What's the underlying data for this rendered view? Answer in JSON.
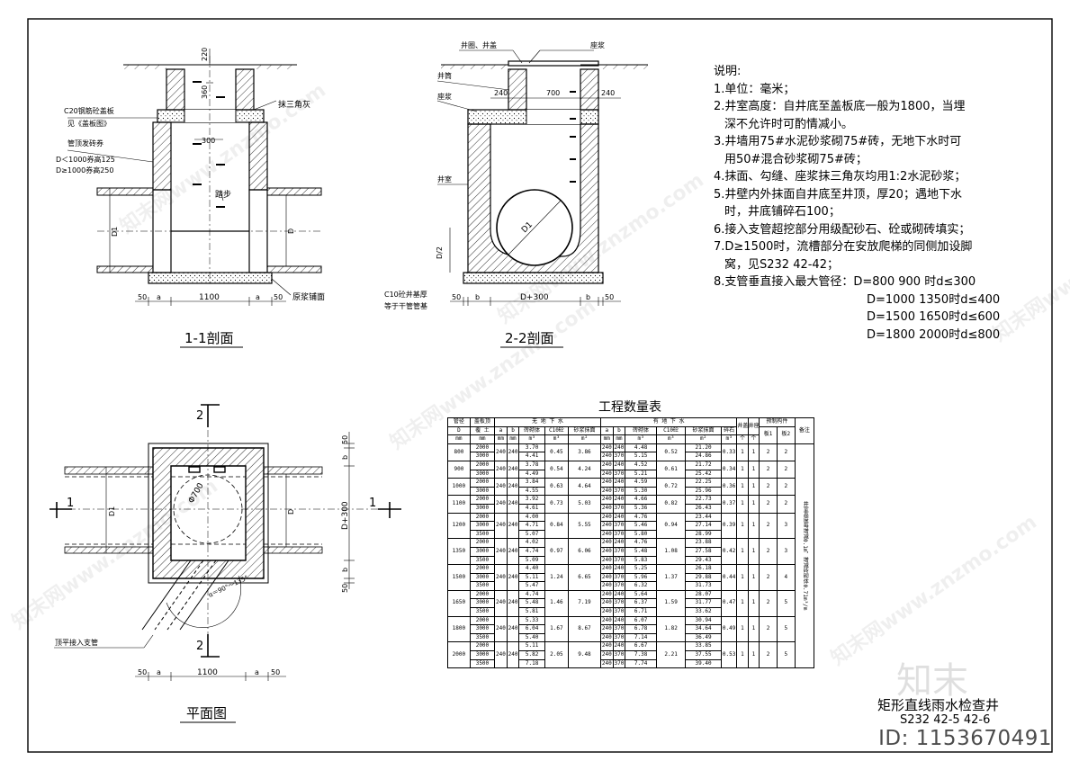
{
  "section_1_1": {
    "title": "1-1剖面",
    "labels": {
      "cover_slab": "C20钢筋砼盖板",
      "cover_slab_ref": "见《盖板图》",
      "pipe_top_arch": "管顶发砖券",
      "arch_small": "D＜1000券高125",
      "arch_large": "D≥1000券高250",
      "triangle_plaster": "抹三角灰",
      "step": "踏步",
      "original_soil": "原浆铺面",
      "dim_top": "220",
      "dim_neck": "360",
      "dim_step": "300",
      "dim_d_left": "D1",
      "dim_d_right": "D",
      "dim_bottom_50_left": "50",
      "dim_bottom_a_left": "a",
      "dim_bottom_width": "1100",
      "dim_bottom_a_right": "a",
      "dim_bottom_50_right": "50"
    }
  },
  "section_2_2": {
    "title": "2-2剖面",
    "labels": {
      "cover_set": "井圈、井盖",
      "seat_mortar": "座浆",
      "well_neck": "井筒",
      "seat_mortar2": "座浆",
      "chamber": "井室",
      "dim_d_half": "D/2",
      "base_note_1": "C10砼井基厚",
      "base_note_2": "等于干管管基",
      "dim_240_left": "240",
      "dim_700": "700",
      "dim_240_right": "240",
      "pipe_d1": "D1",
      "dim_50_left": "50",
      "dim_b_left": "b",
      "dim_width": "D+300",
      "dim_b_right": "b",
      "dim_50_right": "50"
    }
  },
  "plan": {
    "title": "平面图",
    "labels": {
      "sec2_top": "2",
      "sec2_bottom": "2",
      "sec1_left": "1",
      "sec1_right": "1",
      "phi700": "Φ700",
      "angle": "α＝90°～135°",
      "branch_note": "顶平接入支管",
      "dim_d1": "D1",
      "dim_d": "D",
      "dim_50_top": "50",
      "dim_b_top": "b",
      "dim_width_right": "D+300",
      "dim_b_bottom": "b",
      "dim_50_bottom": "50",
      "dim_50_left": "50",
      "dim_a_left": "a",
      "dim_1100": "1100",
      "dim_a_right": "a",
      "dim_50_right": "50"
    }
  },
  "notes": {
    "heading": "说明:",
    "items": [
      "1.单位：毫米；",
      "2.井室高度：自井底至盖板底一般为1800，当埋",
      "深不允许时可酌情减小。",
      "3.井墙用75#水泥砂浆砌75#砖，无地下水时可",
      "用50#混合砂浆砌75#砖；",
      "4.抹面、勾缝、座浆抹三角灰均用1:2水泥砂浆；",
      "5.井壁内外抹面自井底至井顶，厚20；遇地下水",
      "时，井底铺碎石100；",
      "6.接入支管超挖部分用级配砂石、砼或砌砖填实；",
      "7.D≥1500时，流槽部分在安放爬梯的同侧加设脚",
      "窝，见S232 42-42；",
      "8.支管垂直接入最大管径：D=800  900 时d≤300",
      "D=1000 1350时d≤400",
      "D=1500 1650时d≤600",
      "D=1800 2000时d≤800"
    ]
  },
  "table": {
    "title": "工程数量表",
    "header": {
      "pipe_d": "管径",
      "pipe_d2": "D",
      "cover_depth": "盖板顶",
      "cover_depth2": "覆  土",
      "no_gw": "无   地   下   水",
      "with_gw": "有   地   下   水",
      "a": "a",
      "b": "b",
      "brick": "砖砌体",
      "c10": "C10砼",
      "mortar": "砂浆抹面",
      "gravel": "碎石",
      "cover": "井盖",
      "frame": "井座",
      "precast": "预制构件",
      "slab1": "板1",
      "slab2": "板2",
      "remark": "备注",
      "mm": "mm",
      "m3": "m³",
      "m2": "m²",
      "ge": "个"
    },
    "remark_text": "井室高度每增减0.1m，增减砖砌体0.71m³/m",
    "rows": [
      {
        "d": "800",
        "h": [
          "2000",
          "3000"
        ],
        "a": "240",
        "b": "240",
        "brick": [
          "3.70",
          "4.41"
        ],
        "c10": "0.45",
        "mortar": "3.86",
        "gb": [
          "240",
          "240"
        ],
        "gs": [
          "240",
          "370"
        ],
        "brick2": [
          "4.48",
          "5.15"
        ],
        "c10b": "0.52",
        "mortar2": [
          "21.20",
          "24.86"
        ],
        "gravel": "0.33",
        "cover": "1",
        "frame": "1",
        "s1": "2",
        "s2": "2"
      },
      {
        "d": "900",
        "h": [
          "2000",
          "3000"
        ],
        "a": "240",
        "b": "240",
        "brick": [
          "3.78",
          "4.49"
        ],
        "c10": "0.54",
        "mortar": "4.24",
        "gb": [
          "240",
          "240"
        ],
        "gs": [
          "240",
          "370"
        ],
        "brick2": [
          "4.52",
          "5.21"
        ],
        "c10b": "0.61",
        "mortar2": [
          "21.72",
          "25.42"
        ],
        "gravel": "0.34",
        "cover": "1",
        "frame": "1",
        "s1": "2",
        "s2": "2"
      },
      {
        "d": "1000",
        "h": [
          "2000",
          "3000"
        ],
        "a": "240",
        "b": "240",
        "brick": [
          "3.84",
          "4.55"
        ],
        "c10": "0.63",
        "mortar": "4.64",
        "gb": [
          "240",
          "240"
        ],
        "gs": [
          "240",
          "370"
        ],
        "brick2": [
          "4.59",
          "5.30"
        ],
        "c10b": "0.72",
        "mortar2": [
          "22.25",
          "25.96"
        ],
        "gravel": "0.36",
        "cover": "1",
        "frame": "1",
        "s1": "2",
        "s2": "2"
      },
      {
        "d": "1100",
        "h": [
          "2000",
          "3000"
        ],
        "a": "240",
        "b": "240",
        "brick": [
          "3.92",
          "4.61"
        ],
        "c10": "0.73",
        "mortar": "5.03",
        "gb": [
          "240",
          "240"
        ],
        "gs": [
          "240",
          "370"
        ],
        "brick2": [
          "4.66",
          "5.36"
        ],
        "c10b": "0.82",
        "mortar2": [
          "22.73",
          "26.43"
        ],
        "gravel": "0.37",
        "cover": "1",
        "frame": "1",
        "s1": "2",
        "s2": "2"
      },
      {
        "d": "1200",
        "h": [
          "2000",
          "3000",
          "3500"
        ],
        "a": "240",
        "b": "240",
        "brick": [
          "4.00",
          "4.71",
          "5.07"
        ],
        "c10": "0.84",
        "mortar": "5.55",
        "gb": [
          "240",
          "240",
          "240"
        ],
        "gs": [
          "240",
          "370",
          "370"
        ],
        "brick2": [
          "4.76",
          "5.46",
          "5.80"
        ],
        "c10b": "0.94",
        "mortar2": [
          "23.44",
          "27.14",
          "28.99"
        ],
        "gravel": "0.39",
        "cover": "1",
        "frame": "1",
        "s1": "2",
        "s2": "3"
      },
      {
        "d": "1350",
        "h": [
          "2000",
          "3000",
          "3500"
        ],
        "a": "240",
        "b": "240",
        "brick": [
          "4.02",
          "4.74",
          "5.09"
        ],
        "c10": "0.97",
        "mortar": "6.06",
        "gb": [
          "240",
          "240",
          "240"
        ],
        "gs": [
          "240",
          "370",
          "370"
        ],
        "brick2": [
          "4.76",
          "5.48",
          "5.83"
        ],
        "c10b": "1.08",
        "mortar2": [
          "23.88",
          "27.58",
          "29.43"
        ],
        "gravel": "0.42",
        "cover": "1",
        "frame": "1",
        "s1": "2",
        "s2": "3"
      },
      {
        "d": "1500",
        "h": [
          "2000",
          "3000",
          "3500"
        ],
        "a": "240",
        "b": "240",
        "brick": [
          "4.40",
          "5.11",
          "5.47"
        ],
        "c10": "1.24",
        "mortar": "6.65",
        "gb": [
          "240",
          "240",
          "240"
        ],
        "gs": [
          "240",
          "370",
          "370"
        ],
        "brick2": [
          "5.25",
          "5.96",
          "6.32"
        ],
        "c10b": "1.37",
        "mortar2": [
          "26.18",
          "29.88",
          "31.73"
        ],
        "gravel": "0.44",
        "cover": "1",
        "frame": "1",
        "s1": "2",
        "s2": "4"
      },
      {
        "d": "1650",
        "h": [
          "2000",
          "3000",
          "3500"
        ],
        "a": "240",
        "b": "240",
        "brick": [
          "4.74",
          "5.48",
          "5.81"
        ],
        "c10": "1.46",
        "mortar": "7.19",
        "gb": [
          "240",
          "240",
          "240"
        ],
        "gs": [
          "240",
          "370",
          "370"
        ],
        "brick2": [
          "5.64",
          "6.37",
          "6.71"
        ],
        "c10b": "1.59",
        "mortar2": [
          "28.07",
          "31.77",
          "33.62"
        ],
        "gravel": "0.47",
        "cover": "1",
        "frame": "1",
        "s1": "2",
        "s2": "5"
      },
      {
        "d": "1800",
        "h": [
          "2000",
          "3000",
          "3500"
        ],
        "a": "240",
        "b": "240",
        "brick": [
          "5.33",
          "6.04",
          "5.40"
        ],
        "c10": "1.67",
        "mortar": "8.67",
        "gb": [
          "240",
          "240",
          "240"
        ],
        "gs": [
          "240",
          "370",
          "370"
        ],
        "brick2": [
          "6.07",
          "6.78",
          "7.14"
        ],
        "c10b": "1.82",
        "mortar2": [
          "30.94",
          "34.64",
          "36.49"
        ],
        "gravel": "0.49",
        "cover": "1",
        "frame": "1",
        "s1": "2",
        "s2": "5"
      },
      {
        "d": "2000",
        "h": [
          "2000",
          "3000",
          "3500"
        ],
        "a": "240",
        "b": "240",
        "brick": [
          "5.11",
          "5.82",
          "7.18"
        ],
        "c10": "2.05",
        "mortar": "9.48",
        "gb": [
          "240",
          "240",
          "240"
        ],
        "gs": [
          "240",
          "370",
          "370"
        ],
        "brick2": [
          "6.67",
          "7.38",
          "7.74"
        ],
        "c10b": "2.21",
        "mortar2": [
          "33.85",
          "37.55",
          "39.40"
        ],
        "gravel": "0.53",
        "cover": "1",
        "frame": "1",
        "s1": "2",
        "s2": "5"
      }
    ]
  },
  "title_block": {
    "name": "矩形直线雨水检查井",
    "code": "S232   42-5 42-6"
  },
  "watermark": {
    "brand": "知末网www.znzmo.com",
    "logo": "知末",
    "id": "ID: 1153670491"
  }
}
